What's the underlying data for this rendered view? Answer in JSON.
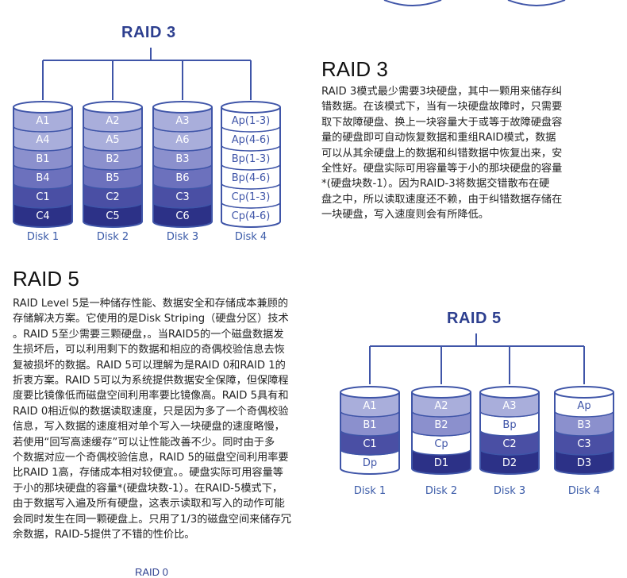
{
  "raid3": {
    "diagram_title": "RAID 3",
    "heading": "RAID 3",
    "text": "RAID 3模式最少需要3块硬盘，其中一颗用来储存纠\n错数据。在该模式下，当有一块硬盘故障时，只需要\n取下故障硬盘、换上一块容量大于或等于故障硬盘容\n量的硬盘即可自动恢复数据和重组RAID模式，数据\n可以从其余硬盘上的数据和纠错数据中恢复出来，安\n全性好。硬盘实际可用容量等于小的那块硬盘的容量\n*(硬盘块数-1）。因为RAID-3将数据交错散布在硬\n盘之中，所以读取速度还不赖，由于纠错数据存储在\n一块硬盘，写入速度则会有所降低。",
    "disks": [
      {
        "label": "Disk 1",
        "blocks": [
          "A1",
          "A4",
          "B1",
          "B4",
          "C1",
          "C4"
        ]
      },
      {
        "label": "Disk 2",
        "blocks": [
          "A2",
          "A5",
          "B2",
          "B5",
          "C2",
          "C5"
        ]
      },
      {
        "label": "Disk 3",
        "blocks": [
          "A3",
          "A6",
          "B3",
          "B6",
          "C3",
          "C6"
        ]
      },
      {
        "label": "Disk 4",
        "blocks": [
          "Ap(1-3)",
          "Ap(4-6)",
          "Bp(1-3)",
          "Bp(4-6)",
          "Cp(1-3)",
          "Cp(4-6)"
        ]
      }
    ]
  },
  "raid5": {
    "diagram_title": "RAID 5",
    "heading": "RAID 5",
    "text": "RAID Level 5是一种储存性能、数据安全和存储成本兼顾的\n存储解决方案。它使用的是Disk Striping（硬盘分区）技术\n。RAID 5至少需要三颗硬盘，。当RAID5的一个磁盘数据发\n生损坏后，可以利用剩下的数据和相应的奇偶校验信息去恢\n复被损坏的数据。RAID 5可以理解为是RAID 0和RAID 1的\n折衷方案。RAID 5可以为系统提供数据安全保障，但保障程\n度要比镜像低而磁盘空间利用率要比镜像高。RAID 5具有和\nRAID 0相近似的数据读取速度，只是因为多了一个奇偶校验\n信息，写入数据的速度相对单个写入一块硬盘的速度略慢，\n若使用“回写高速缓存”可以让性能改善不少。同时由于多\n个数据对应一个奇偶校验信息，RAID 5的磁盘空间利用率要\n比RAID 1高，存储成本相对较便宜。。硬盘实际可用容量等\n于小的那块硬盘的容量*(硬盘块数-1）。在RAID-5模式下，\n由于数据写入遍及所有硬盘，这表示读取和写入的动作可能\n会同时发生在同一颗硬盘上。只用了1/3的磁盘空间来储存冗\n余数据，RAID-5提供了不错的性价比。",
    "disks": [
      {
        "label": "Disk 1",
        "blocks": [
          "A1",
          "B1",
          "C1",
          "Dp"
        ]
      },
      {
        "label": "Disk 2",
        "blocks": [
          "A2",
          "B2",
          "Cp",
          "D1"
        ]
      },
      {
        "label": "Disk 3",
        "blocks": [
          "A3",
          "Bp",
          "C2",
          "D2"
        ]
      },
      {
        "label": "Disk 4",
        "blocks": [
          "Ap",
          "B3",
          "C3",
          "D3"
        ]
      }
    ]
  },
  "raid0": {
    "diagram_title": "RAID 0"
  },
  "colors": {
    "title_blue": "#2d3f8f",
    "line_blue": "#3f55a8",
    "shade_1": "#a9aedb",
    "shade_2": "#8b90cd",
    "shade_3": "#6c71bd",
    "shade_4": "#4a4fa4",
    "shade_5": "#2c3187",
    "parity_fill": "#ffffff"
  }
}
